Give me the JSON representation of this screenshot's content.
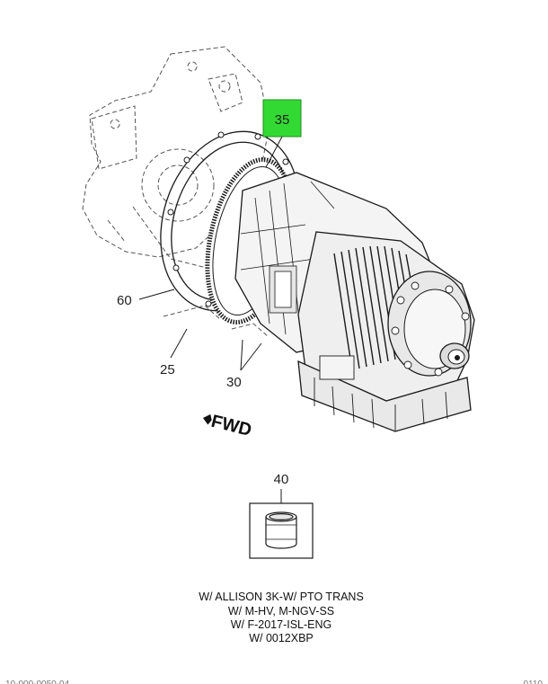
{
  "callouts": {
    "highlighted": "35",
    "flange_seal": "60",
    "fastener_left": "25",
    "fastener_right": "30",
    "sealant_can": "40"
  },
  "direction_marker": "FWD",
  "caption": [
    "W/ ALLISON 3K-W/ PTO TRANS",
    "W/ M-HV, M-NGV-SS",
    "W/ F-2017-ISL-ENG",
    "W/ 0012XBP"
  ],
  "footer": {
    "left": "10-000-0050-04",
    "right": "0110"
  },
  "colors": {
    "highlight_box": "#33d933",
    "line": "#1a1a1a",
    "dashed": "#555555"
  }
}
